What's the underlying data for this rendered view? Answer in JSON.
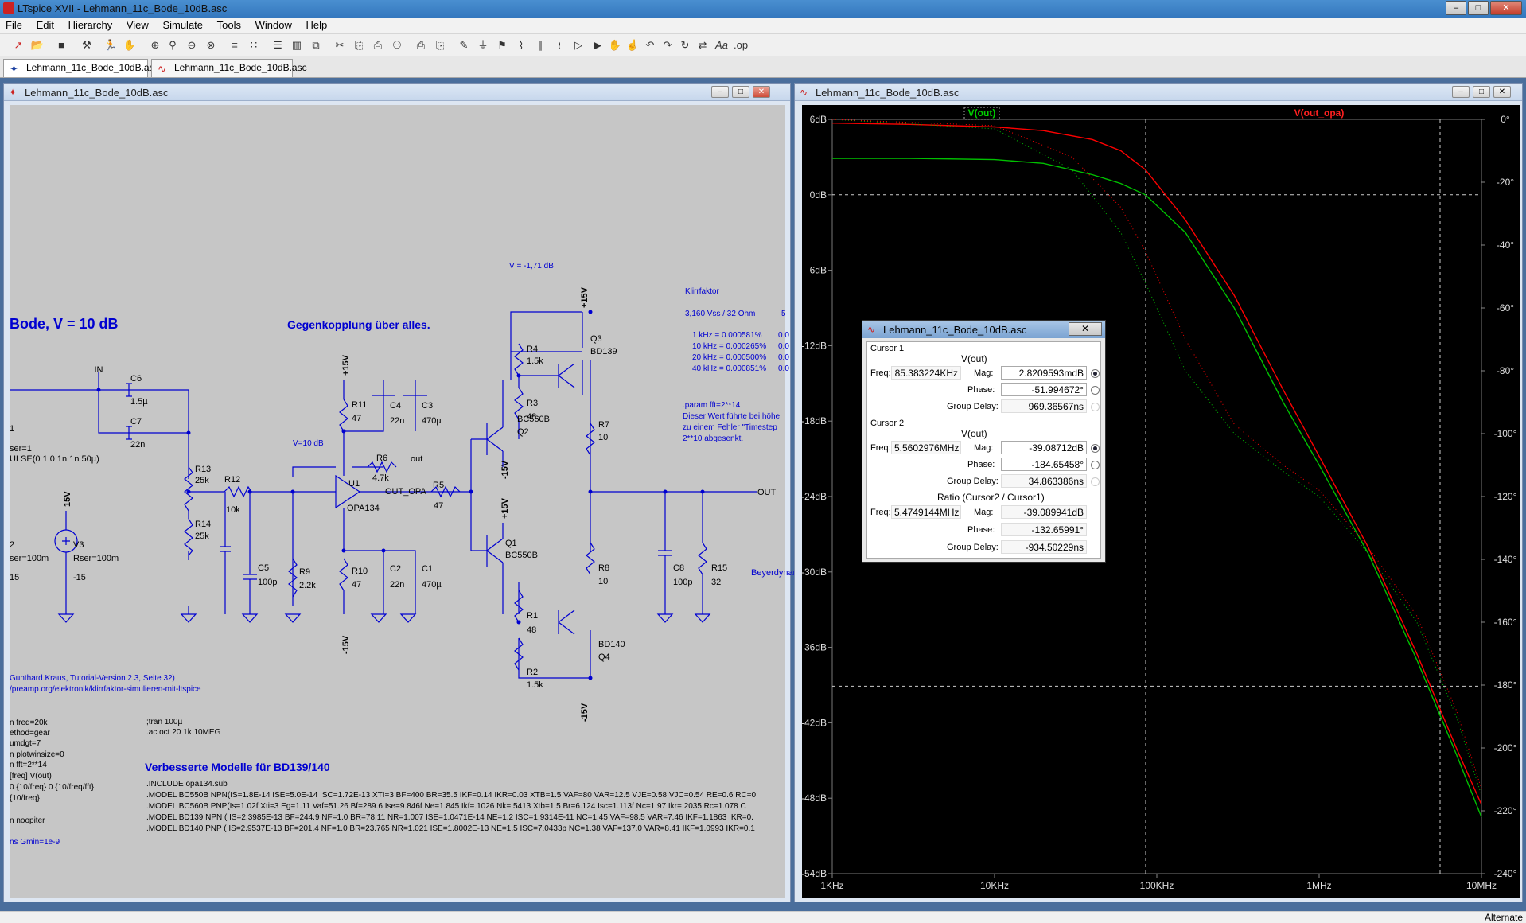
{
  "app": {
    "title": "LTspice XVII - Lehmann_11c_Bode_10dB.asc"
  },
  "menu": [
    "File",
    "Edit",
    "Hierarchy",
    "View",
    "Simulate",
    "Tools",
    "Window",
    "Help"
  ],
  "tabs": [
    {
      "label": "Lehmann_11c_Bode_10dB.asc",
      "icon": "schematic-icon",
      "active": true
    },
    {
      "label": "Lehmann_11c_Bode_10dB.asc",
      "icon": "waveform-icon",
      "active": false
    }
  ],
  "schematic_window": {
    "title": "Lehmann_11c_Bode_10dB.asc",
    "heading": "Bode, V = 10 dB",
    "feedback_note": "Gegenkopplung über alles.",
    "v_note": "V = -1,71 dB",
    "v_note2": "V=10 dB",
    "klirr": {
      "title": "Klirrfaktor",
      "line1": "3,160 Vss / 32 Ohm",
      "line1_tail": "5",
      "rows": [
        {
          "label": "1 kHz = 0.000581%",
          "tail": "0.0"
        },
        {
          "label": "10 kHz = 0.000265%",
          "tail": "0.0"
        },
        {
          "label": "20 kHz = 0.000500%",
          "tail": "0.0"
        },
        {
          "label": "40 kHz = 0.000851%",
          "tail": "0.0"
        }
      ]
    },
    "param_note": [
      ".param fft=2**14",
      "Dieser Wert führte bei höhe",
      "zu einem Fehler \"Timestep",
      "2**10 abgesenkt."
    ],
    "source_notes": [
      "Gunthard.Kraus, Tutorial-Version 2.3, Seite 32)",
      "/preamp.org/elektronik/klirrfaktor-simulieren-mit-ltspice"
    ],
    "sim_cmds": [
      ";tran 100µ",
      ".ac oct 20 1k 10MEG"
    ],
    "left_cmds": [
      "n freq=20k",
      "ethod=gear",
      "umdgt=7",
      "n plotwinsize=0",
      "n fft=2**14",
      "[freq] V(out)",
      "0 {10/freq} 0 {10/freq/fft}",
      " {10/freq}",
      "",
      "n noopiter",
      "",
      "ns Gmin=1e-9"
    ],
    "models_title": "Verbesserte Modelle für BD139/140",
    "models": [
      ".INCLUDE opa134.sub",
      ".MODEL BC550B NPN(IS=1.8E-14 ISE=5.0E-14 ISC=1.72E-13 XTI=3 BF=400 BR=35.5 IKF=0.14 IKR=0.03 XTB=1.5 VAF=80 VAR=12.5 VJE=0.58 VJC=0.54 RE=0.6 RC=0.",
      ".MODEL BC560B PNP(Is=1.02f Xti=3 Eg=1.11 Vaf=51.26 Bf=289.6 Ise=9.846f Ne=1.845 Ikf=.1026 Nk=.5413 Xtb=1.5 Br=6.124 Isc=1.113f Nc=1.97 Ikr=.2035 Rc=1.078 C",
      ".MODEL BD139 NPN ( IS=2.3985E-13 BF=244.9 NF=1.0 BR=78.11 NR=1.007 ISE=1.0471E-14 NE=1.2 ISC=1.9314E-11 NC=1.45 VAF=98.5 VAR=7.46 IKF=1.1863 IKR=0.",
      ".MODEL BD140 PNP ( IS=2.9537E-13 BF=201.4 NF=1.0 BR=23.765 NR=1.021 ISE=1.8002E-13 NE=1.5 ISC=7.0433p NC=1.38 VAF=137.0 VAR=8.41 IKF=1.0993 IKR=0.1"
    ],
    "labels": {
      "in": "IN",
      "out": "OUT",
      "out_opa": "OUT_OPA",
      "out_small": "out",
      "p15": "+15V",
      "m15": "-15V",
      "beyer": "Beyerdynami",
      "v3": "V3",
      "v3_rser": "Rser=100m",
      "v3_val": "-15",
      "v3_15v": "15V",
      "v2": "2",
      "v2_rser": "ser=100m",
      "v2_val": "15",
      "v1": "1",
      "v1_rser": "ser=1",
      "v1_val": "ULSE(0 1 0 1n 1n 50µ)",
      "u1": "U1",
      "u1_model": "OPA134",
      "q1": "Q1",
      "q1_model": "BC550B",
      "q2": "Q2",
      "q2_model": "BC560B",
      "q3": "Q3",
      "q3_model": "BD139",
      "q4": "Q4",
      "q4_model": "BD140",
      "c6": "C6",
      "c6v": "1.5µ",
      "c7": "C7",
      "c7v": "22n",
      "c4": "C4",
      "c4v": "22n",
      "c3": "C3",
      "c3v": "470µ",
      "c2": "C2",
      "c2v": "22n",
      "c1": "C1",
      "c1v": "470µ",
      "c5": "C5",
      "c5v": "100p",
      "c8": "C8",
      "c8v": "100p",
      "r13": "R13",
      "r13v": "25k",
      "r14": "R14",
      "r14v": "25k",
      "r12": "R12",
      "r12v": "10k",
      "r9": "R9",
      "r9v": "2.2k",
      "r11": "R11",
      "r11v": "47",
      "r10": "R10",
      "r10v": "47",
      "r6": "R6",
      "r6v": "4.7k",
      "r5": "R5",
      "r5v": "47",
      "r4": "R4",
      "r4v": "1.5k",
      "r3": "R3",
      "r3v": "48",
      "r7": "R7",
      "r7v": "10",
      "r8": "R8",
      "r8v": "10",
      "r1": "R1",
      "r1v": "48",
      "r2": "R2",
      "r2v": "1.5k",
      "r15": "R15",
      "r15v": "32"
    }
  },
  "plot_window": {
    "title": "Lehmann_11c_Bode_10dB.asc",
    "traces": [
      {
        "name": "V(out)",
        "color": "#00c000"
      },
      {
        "name": "V(out_opa)",
        "color": "#ff0000"
      }
    ],
    "y_left_labels": [
      "6dB",
      "0dB",
      "-6dB",
      "-12dB",
      "-18dB",
      "-24dB",
      "-30dB",
      "-36dB",
      "-42dB",
      "-48dB",
      "-54dB"
    ],
    "y_right_labels": [
      "0°",
      "-20°",
      "-40°",
      "-60°",
      "-80°",
      "-100°",
      "-120°",
      "-140°",
      "-160°",
      "-180°",
      "-200°",
      "-220°",
      "-240°"
    ],
    "x_labels": [
      "1KHz",
      "10KHz",
      "100KHz",
      "1MHz",
      "10MHz"
    ]
  },
  "chart_data": {
    "type": "line",
    "xlabel": "",
    "ylabel": "",
    "x_scale": "log",
    "xlim": [
      1000,
      10000000
    ],
    "ylim": [
      -54,
      6
    ],
    "y2lim": [
      -240,
      0
    ],
    "grid": false,
    "cursors": {
      "cursor1_freq": 85383.224,
      "cursor2_freq": 5560297.6,
      "cursor1_mag": 0.0028,
      "cursor2_mag": -39.09,
      "cursor1_phase": -51.99,
      "cursor2_phase": -184.65
    },
    "series": [
      {
        "name": "V(out)",
        "style": "solid",
        "x": [
          1000,
          3000,
          10000,
          20000,
          40000,
          60000,
          85000,
          150000,
          300000,
          600000,
          1000000,
          2000000,
          4000000,
          7000000,
          10000000
        ],
        "y": [
          2.9,
          2.9,
          2.8,
          2.5,
          1.6,
          0.9,
          0.0,
          -3.0,
          -9.0,
          -16.5,
          -21.5,
          -28.5,
          -37.0,
          -44.5,
          -49.5
        ]
      },
      {
        "name": "V(out_opa)",
        "style": "solid",
        "x": [
          1000,
          3000,
          10000,
          20000,
          40000,
          60000,
          85000,
          150000,
          300000,
          600000,
          1000000,
          2000000,
          4000000,
          7000000,
          10000000
        ],
        "y": [
          5.7,
          5.6,
          5.4,
          5.1,
          4.4,
          3.5,
          2.0,
          -2.0,
          -8.0,
          -15.5,
          -20.8,
          -28.0,
          -36.5,
          -44.0,
          -48.5
        ]
      },
      {
        "name": "V(out) phase",
        "style": "dotted",
        "x": [
          1000,
          10000,
          30000,
          60000,
          85000,
          150000,
          300000,
          600000,
          1000000,
          2000000,
          4000000,
          7000000,
          10000000
        ],
        "y": [
          0,
          -3,
          -16,
          -36,
          -52,
          -80,
          -100,
          -112,
          -120,
          -138,
          -160,
          -190,
          -215
        ]
      },
      {
        "name": "V(out_opa) phase",
        "style": "dotted",
        "x": [
          1000,
          10000,
          30000,
          60000,
          85000,
          150000,
          300000,
          600000,
          1000000,
          2000000,
          4000000,
          7000000,
          10000000
        ],
        "y": [
          0,
          -2,
          -12,
          -28,
          -42,
          -70,
          -97,
          -110,
          -118,
          -136,
          -158,
          -188,
          -213
        ]
      }
    ]
  },
  "cursor_dialog": {
    "title": "Lehmann_11c_Bode_10dB.asc",
    "close": "✕",
    "cursor1": {
      "group": "Cursor 1",
      "trace": "V(out)",
      "freq_label": "Freq:",
      "freq": "85.383224KHz",
      "mag_label": "Mag:",
      "mag": "2.8209593mdB",
      "phase_label": "Phase:",
      "phase": "-51.994672°",
      "gd_label": "Group Delay:",
      "gd": "969.36567ns"
    },
    "cursor2": {
      "group": "Cursor 2",
      "trace": "V(out)",
      "freq_label": "Freq:",
      "freq": "5.5602976MHz",
      "mag_label": "Mag:",
      "mag": "-39.08712dB",
      "phase_label": "Phase:",
      "phase": "-184.65458°",
      "gd_label": "Group Delay:",
      "gd": "34.863386ns"
    },
    "ratio": {
      "group": "Ratio (Cursor2 / Cursor1)",
      "freq_label": "Freq:",
      "freq": "5.4749144MHz",
      "mag_label": "Mag:",
      "mag": "-39.089941dB",
      "phase_label": "Phase:",
      "phase": "-132.65991°",
      "gd_label": "Group Delay:",
      "gd": "-934.50229ns"
    }
  },
  "statusbar": {
    "right_text": "Alternate"
  }
}
